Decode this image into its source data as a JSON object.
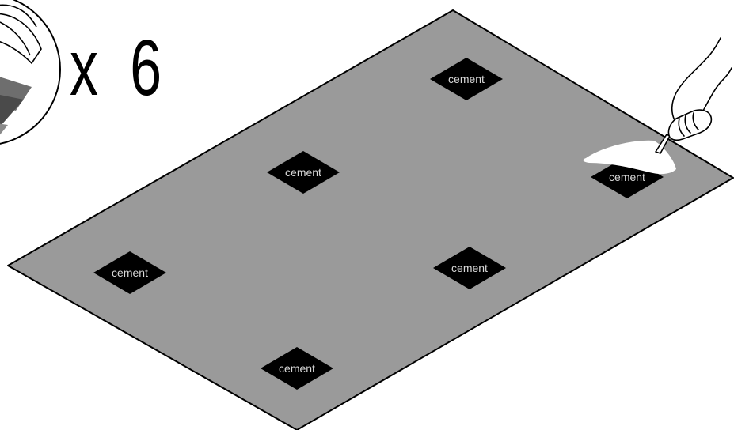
{
  "quantity_label": "x 6",
  "pad_text": "cement",
  "pad_count": 6,
  "colors": {
    "slab": "#9a9a9a",
    "pad": "#000000",
    "pad_text": "#d8d8d8",
    "outline": "#000000",
    "mortar": "#ffffff"
  },
  "icons": {
    "detail_inset": "detail-magnifier-icon",
    "trowel": "trowel-hand-icon"
  }
}
